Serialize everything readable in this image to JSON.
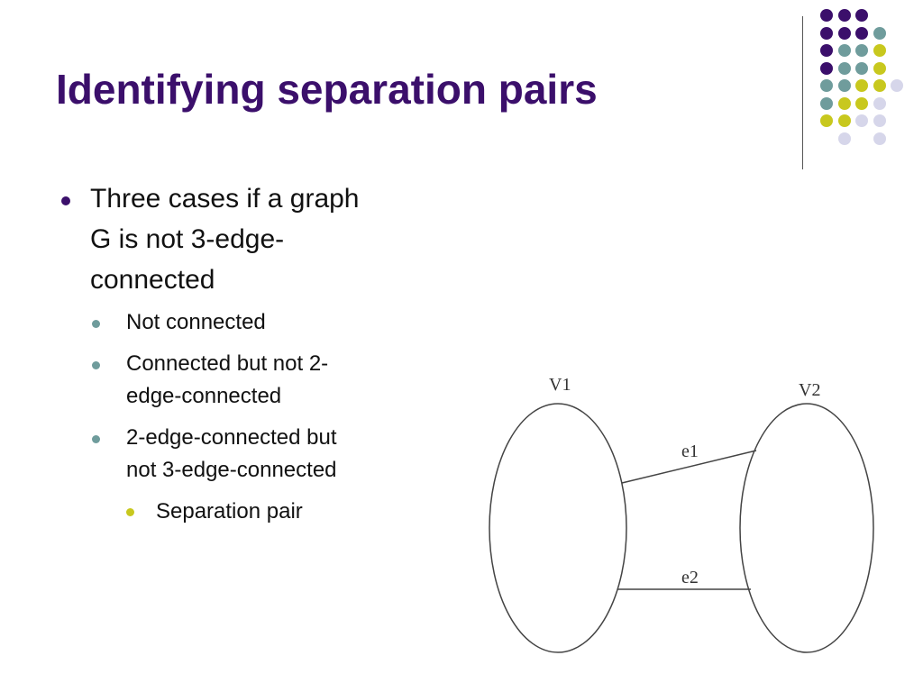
{
  "slide": {
    "title": "Identifying separation pairs",
    "bullets": {
      "l1_line1": "Three cases if a  graph",
      "l1_line2": "G is not 3-edge-",
      "l1_line3": "connected",
      "l2a": "Not connected",
      "l2b_line1": "Connected but not 2-",
      "l2b_line2": "edge-connected",
      "l2c_line1": "2-edge-connected but",
      "l2c_line2": "not 3-edge-connected",
      "l3a": "Separation pair"
    },
    "diagram": {
      "v1": "V1",
      "v2": "V2",
      "e1": "e1",
      "e2": "e2"
    }
  },
  "colors": {
    "title": "#3b0f6b",
    "bullet_l1": "#3b0f6b",
    "bullet_l2": "#6f9c9c",
    "bullet_l3": "#c8c81e",
    "dot_purple": "#3b0f6b",
    "dot_teal": "#6f9c9c",
    "dot_yellow": "#c8c81e",
    "dot_lavender": "#d6d6ea"
  },
  "decoration": {
    "dot_grid": [
      [
        "purple",
        "purple",
        "purple",
        "none"
      ],
      [
        "purple",
        "purple",
        "purple",
        "teal"
      ],
      [
        "purple",
        "teal",
        "teal",
        "yellow"
      ],
      [
        "purple",
        "teal",
        "teal",
        "yellow"
      ],
      [
        "teal",
        "teal",
        "yellow",
        "yellow",
        "lavender"
      ],
      [
        "teal",
        "yellow",
        "yellow",
        "lavender"
      ],
      [
        "yellow",
        "yellow",
        "lavender",
        "lavender"
      ],
      [
        "none",
        "lavender",
        "none",
        "lavender"
      ]
    ]
  }
}
